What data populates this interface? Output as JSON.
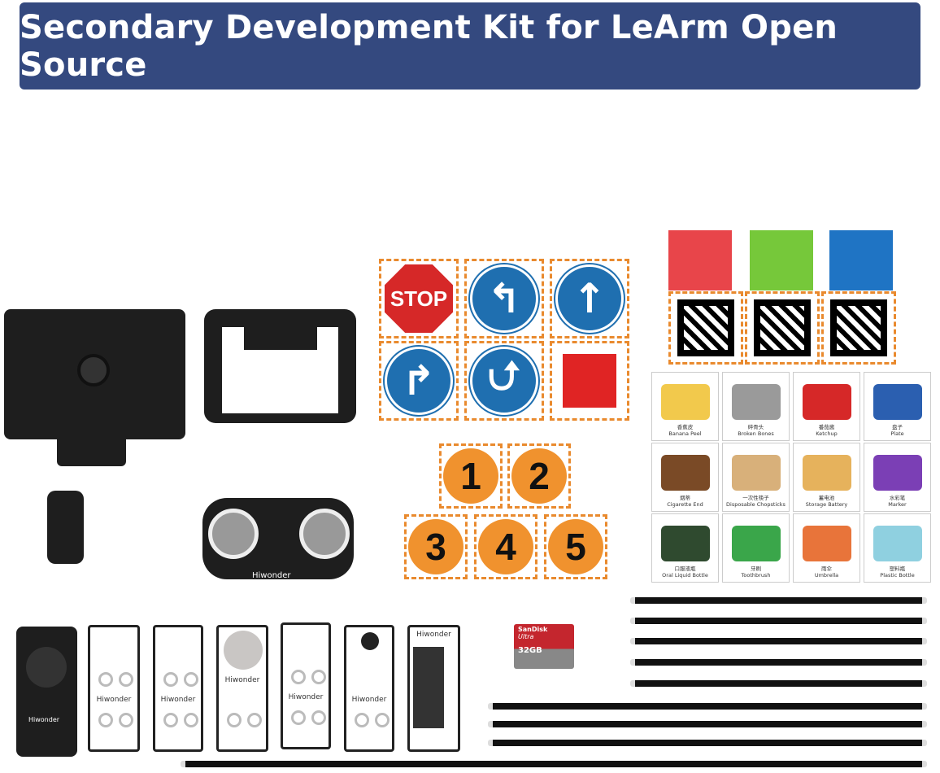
{
  "banner": {
    "title": "Secondary Development Kit for LeArm Open Source",
    "color": "#34497f"
  },
  "signs": {
    "stop": "STOP",
    "arrows": [
      "left-turn",
      "straight",
      "right-turn",
      "u-turn"
    ],
    "square_color": "#e02424"
  },
  "numbers": [
    "1",
    "2",
    "3",
    "4",
    "5"
  ],
  "cubes": {
    "colors": [
      "#e8454a",
      "#76c83a",
      "#1f74c4"
    ]
  },
  "cards": [
    {
      "zh": "香蕉皮",
      "en": "Banana Peel",
      "color": "#f2c94c"
    },
    {
      "zh": "碎骨头",
      "en": "Broken Bones",
      "color": "#9a9a9a"
    },
    {
      "zh": "番茄酱",
      "en": "Ketchup",
      "color": "#d62828"
    },
    {
      "zh": "盘子",
      "en": "Plate",
      "color": "#2b5fb0"
    },
    {
      "zh": "烟蒂",
      "en": "Cigarette End",
      "color": "#7a4a26"
    },
    {
      "zh": "一次性筷子",
      "en": "Disposable Chopsticks",
      "color": "#d8b07a"
    },
    {
      "zh": "蓄电池",
      "en": "Storage Battery",
      "color": "#e6b25c"
    },
    {
      "zh": "水彩笔",
      "en": "Marker",
      "color": "#7b3fb5"
    },
    {
      "zh": "口服液瓶",
      "en": "Oral Liquid Bottle",
      "color": "#2f4a2f"
    },
    {
      "zh": "牙刷",
      "en": "Toothbrush",
      "color": "#3aa64a"
    },
    {
      "zh": "雨伞",
      "en": "Umbrella",
      "color": "#e8743a"
    },
    {
      "zh": "塑料瓶",
      "en": "Plastic Bottle",
      "color": "#8fd0e0"
    }
  ],
  "brand": "Hiwonder",
  "sdcard": {
    "brand": "SanDisk",
    "line": "Ultra",
    "capacity": "32GB"
  }
}
